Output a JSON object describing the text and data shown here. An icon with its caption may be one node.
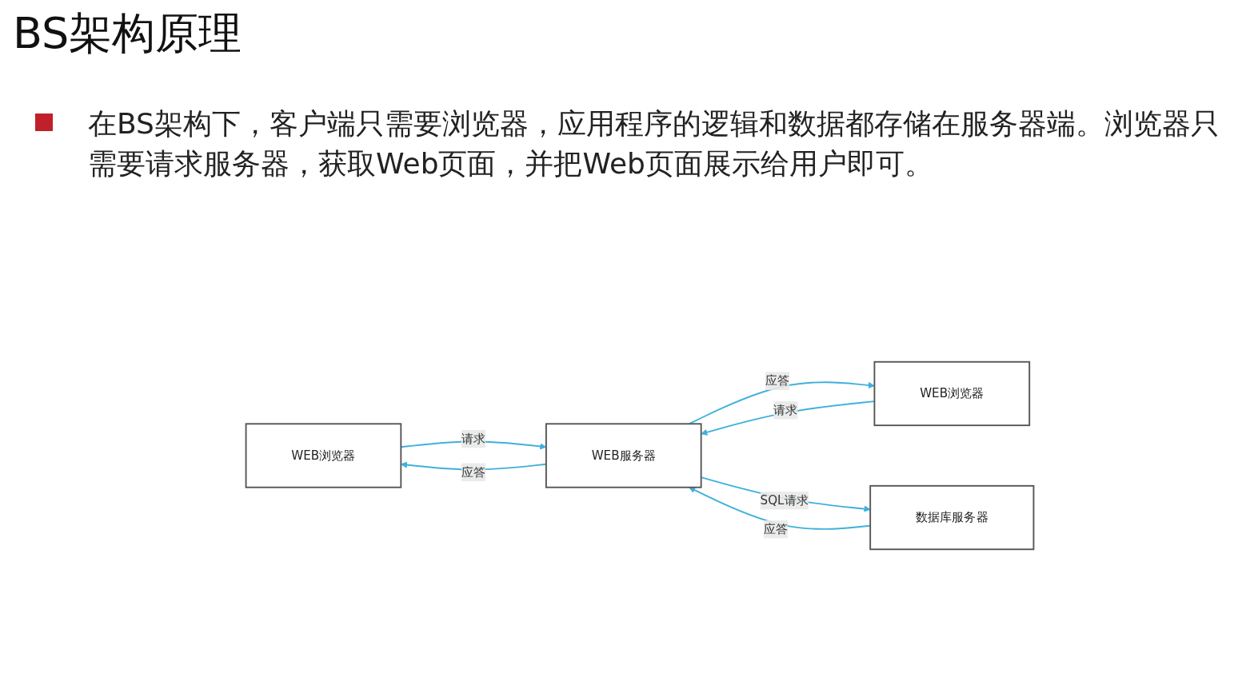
{
  "diagram": {
    "title": "BS架构原理",
    "nodes": [
      {
        "text": [
          "WEB浏览器"
        ]
      },
      {
        "text": [
          "WEB浏览器"
        ]
      },
      {
        "text": [
          "WEB服务器"
        ]
      },
      {
        "text": [
          "数据库服务器"
        ]
      }
    ],
    "edges": [
      {
        "from": 0,
        "to": 2,
        "arrow": "to",
        "label": "请求"
      },
      {
        "from": 2,
        "to": 0,
        "arrow": "to",
        "label": "应答"
      },
      {
        "from": 1,
        "to": 2,
        "arrow": "to",
        "label": "请求"
      },
      {
        "from": 2,
        "to": 1,
        "arrow": "to",
        "label": "应答"
      },
      {
        "from": 2,
        "to": 3,
        "arrow": "to",
        "label": "SQL请求"
      },
      {
        "from": 3,
        "to": 2,
        "arrow": "to",
        "label": "应答"
      }
    ],
    "labels": [
      "在BS架构下，客户端只需要浏览器，应用程序的逻辑和数据都存储在服务器端。浏览器只需要请求服务器，获取Web页面，并把Web页面展示给用户即可。"
    ]
  }
}
